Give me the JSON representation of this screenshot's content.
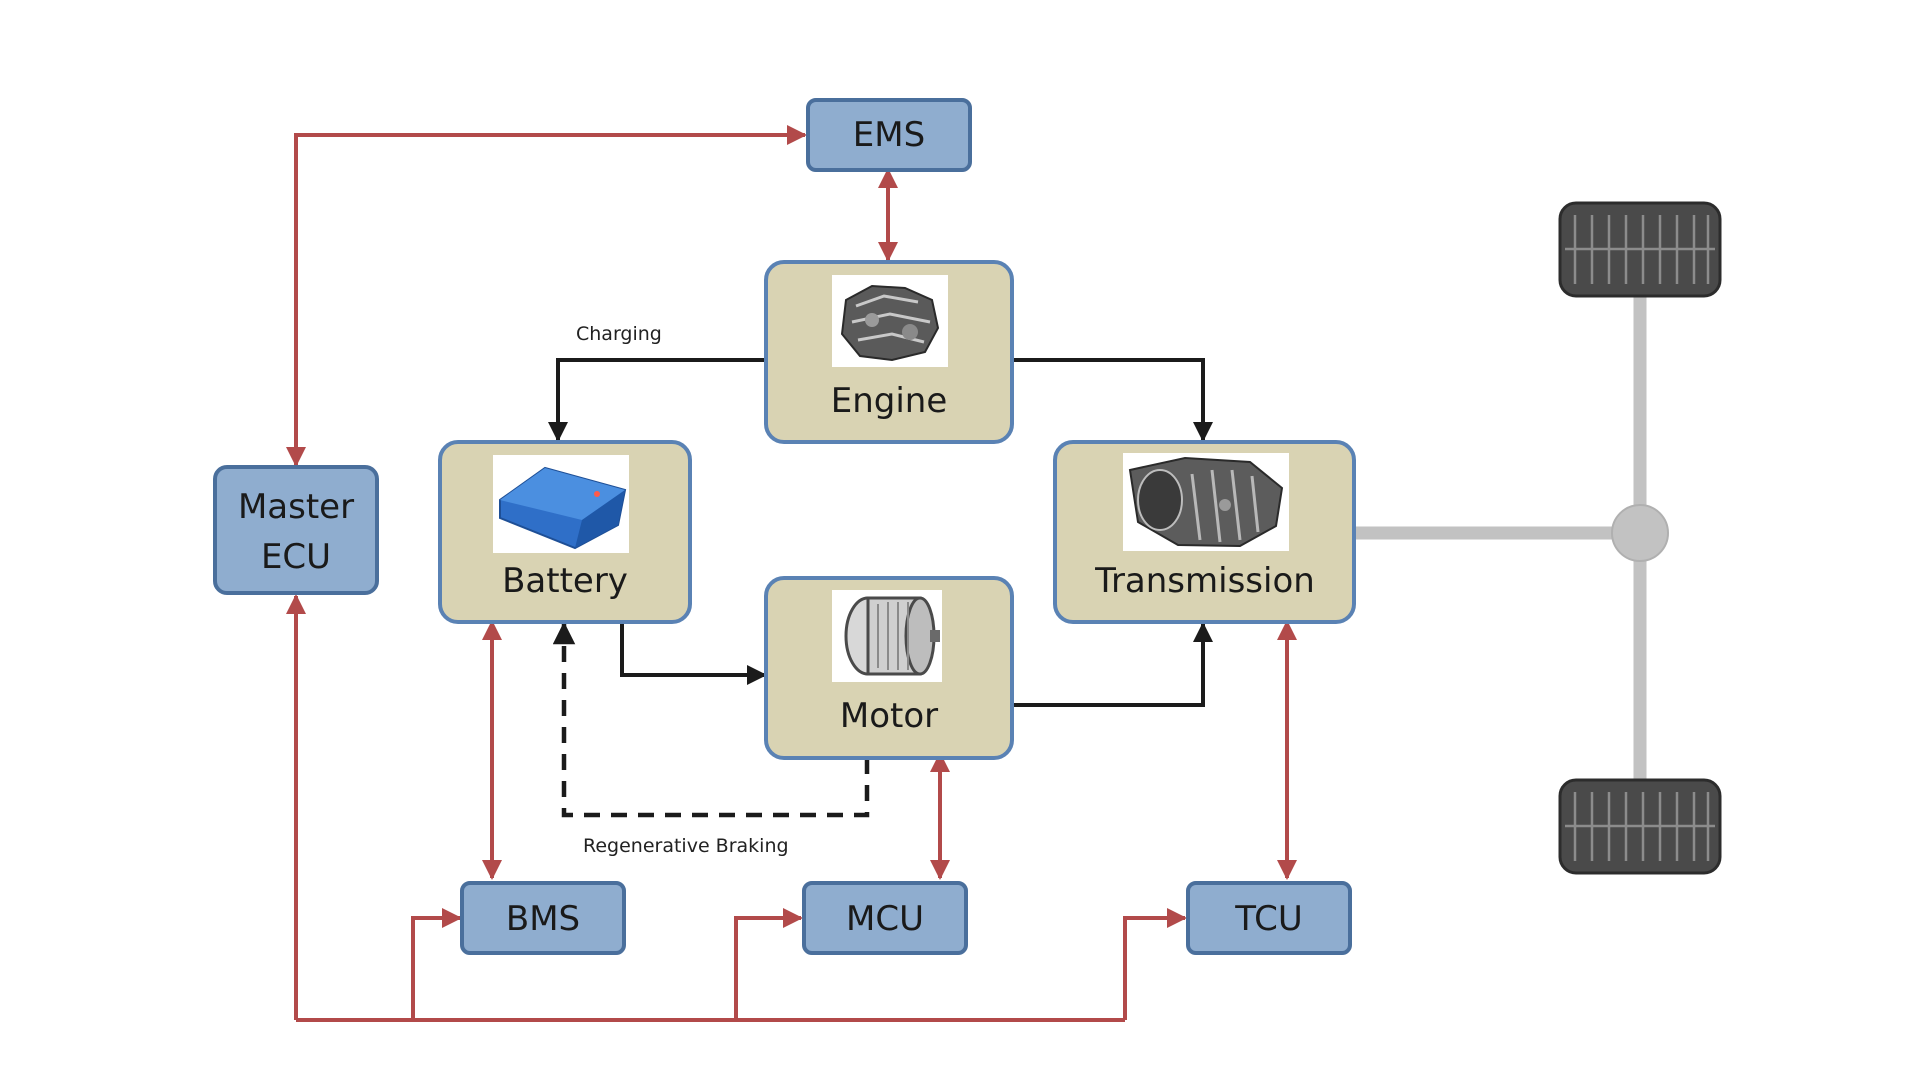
{
  "nodes": {
    "ems": "EMS",
    "engine": "Engine",
    "battery": "Battery",
    "transmission": "Transmission",
    "motor": "Motor",
    "master_ecu_line1": "Master",
    "master_ecu_line2": "ECU",
    "bms": "BMS",
    "mcu": "MCU",
    "tcu": "TCU"
  },
  "labels": {
    "charging": "Charging",
    "regenerative_braking": "Regenerative Braking"
  },
  "colors": {
    "control_link": "#b24a4a",
    "power_flow": "#1b1b1b",
    "controller_fill": "#8fadcf",
    "component_fill": "#d9d3b3"
  },
  "icons": {
    "engine": "engine-icon",
    "battery": "battery-icon",
    "transmission": "transmission-icon",
    "motor": "motor-icon",
    "wheels": "wheel-icon"
  }
}
